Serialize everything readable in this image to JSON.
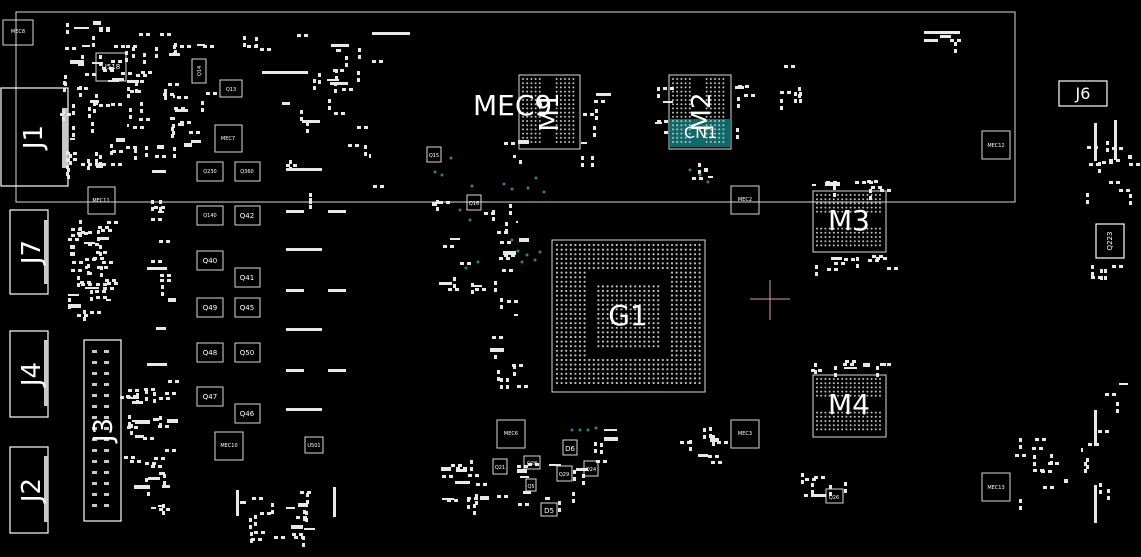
{
  "board": {
    "connectors": [
      "J1",
      "J7",
      "J4",
      "J3",
      "J2",
      "J6"
    ],
    "large_parts": {
      "gpu": "G1",
      "memory": [
        "M1",
        "M2",
        "M3",
        "M4"
      ],
      "mec9": "MEC9",
      "cn1": "CN1"
    },
    "small_labels": {
      "mec8": "MEC8",
      "u518": "U518",
      "q14": "Q14",
      "q13": "Q13",
      "mec7": "MEC7",
      "q230": "Q230",
      "q360": "Q360",
      "mec11": "MEC11",
      "q140": "Q140",
      "q42": "Q42",
      "q40": "Q40",
      "q41": "Q41",
      "q49": "Q49",
      "q45": "Q45",
      "q48": "Q48",
      "q50": "Q50",
      "q47": "Q47",
      "q46": "Q46",
      "mec10": "MEC10",
      "mec12": "MEC12",
      "mec2": "MEC2",
      "mec3": "MEC3",
      "mec6": "MEC6",
      "mec13": "MEC13",
      "q223": "Q223",
      "d6": "D6",
      "d5": "D5",
      "q29": "Q29",
      "q21": "Q21",
      "q28": "Q28",
      "q24": "Q24",
      "q5": "Q5",
      "q26": "Q26",
      "u501": "U501",
      "q15": "Q15",
      "q16": "Q16"
    }
  },
  "colors": {
    "background": "#000000",
    "outline": "#d8d8d8",
    "pads": "#e8e8e8",
    "vias": "#1e8a8a",
    "cursor": "#d4a0a0"
  },
  "icons": {
    "cursor": "crosshair-icon"
  }
}
